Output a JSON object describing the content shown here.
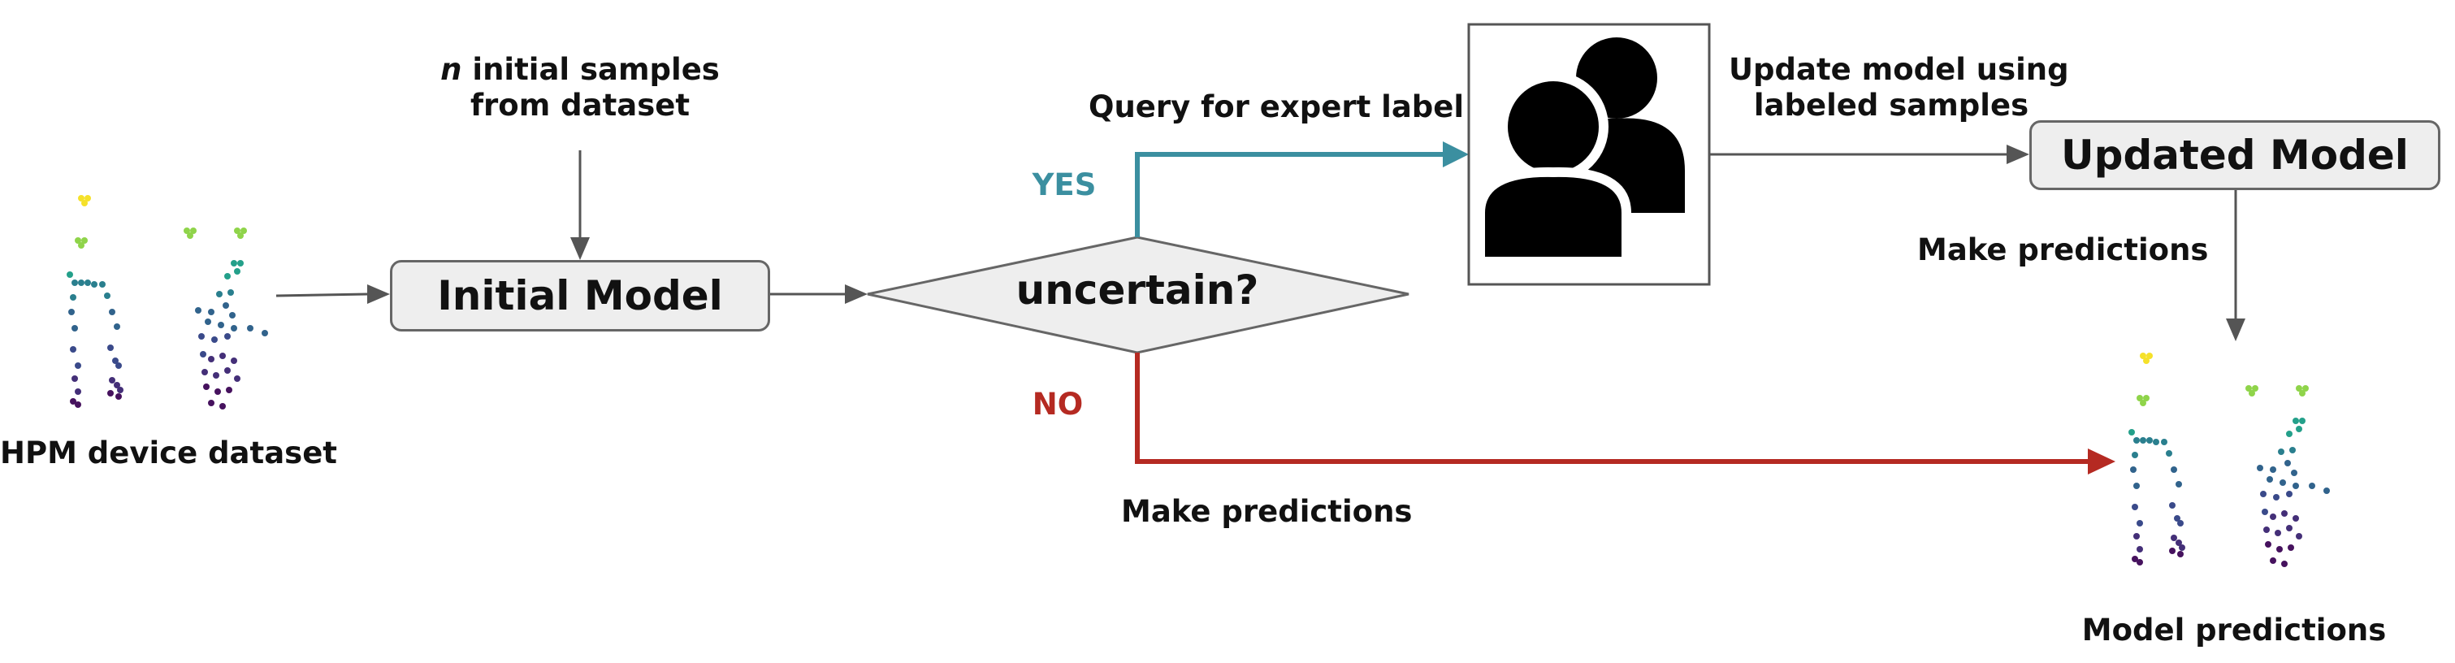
{
  "labels": {
    "dataset": "HPM device dataset",
    "n": "n",
    "initial_samples_1": "initial samples",
    "initial_samples_2": "from dataset",
    "initial_model": "Initial Model",
    "uncertain": "uncertain?",
    "yes": "YES",
    "no": "NO",
    "query": "Query for expert label",
    "update_1": "Update model using",
    "update_2": "labeled samples",
    "updated_model": "Updated Model",
    "make_predictions_top": "Make predictions",
    "make_predictions_bottom": "Make predictions",
    "model_predictions": "Model predictions"
  },
  "colors": {
    "yes": "#3b8fa0",
    "no": "#b52a22",
    "arrow": "#555555",
    "box_fill": "#eeeeee",
    "box_border": "#666666"
  }
}
